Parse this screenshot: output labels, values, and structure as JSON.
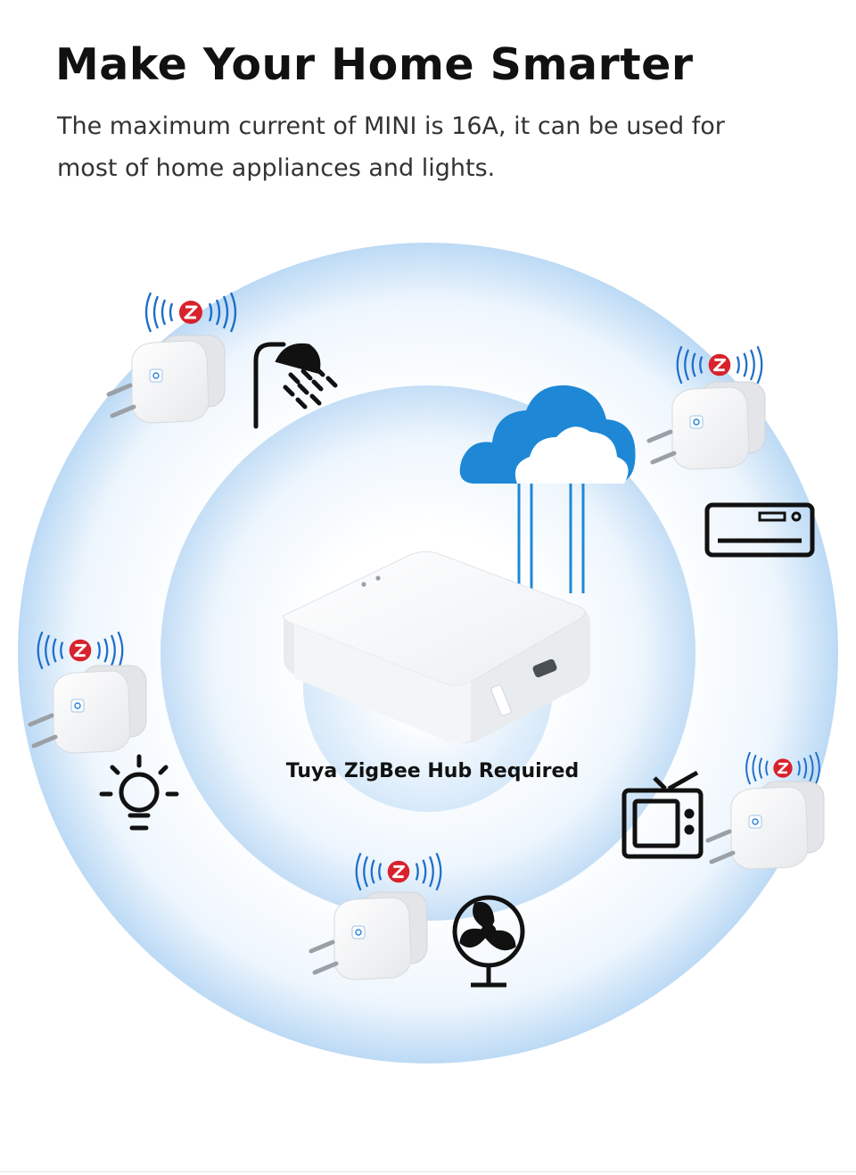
{
  "header": {
    "title": "Make Your Home Smarter",
    "subtitle": "The maximum current of MINI is 16A, it can be used for most of home appliances and lights."
  },
  "hub": {
    "label": "Tuya ZigBee Hub Required"
  },
  "colors": {
    "ring_edge": "#bfdcf6",
    "ring_inner": "#ffffff",
    "cloud": "#1e88d6",
    "zigbee_badge": "#d8222c",
    "icon_stroke": "#111111"
  },
  "icons": [
    "shower-icon",
    "air-conditioner-icon",
    "light-bulb-icon",
    "tv-icon",
    "fan-icon",
    "cloud-icon",
    "zigbee-icon",
    "smart-plug"
  ]
}
